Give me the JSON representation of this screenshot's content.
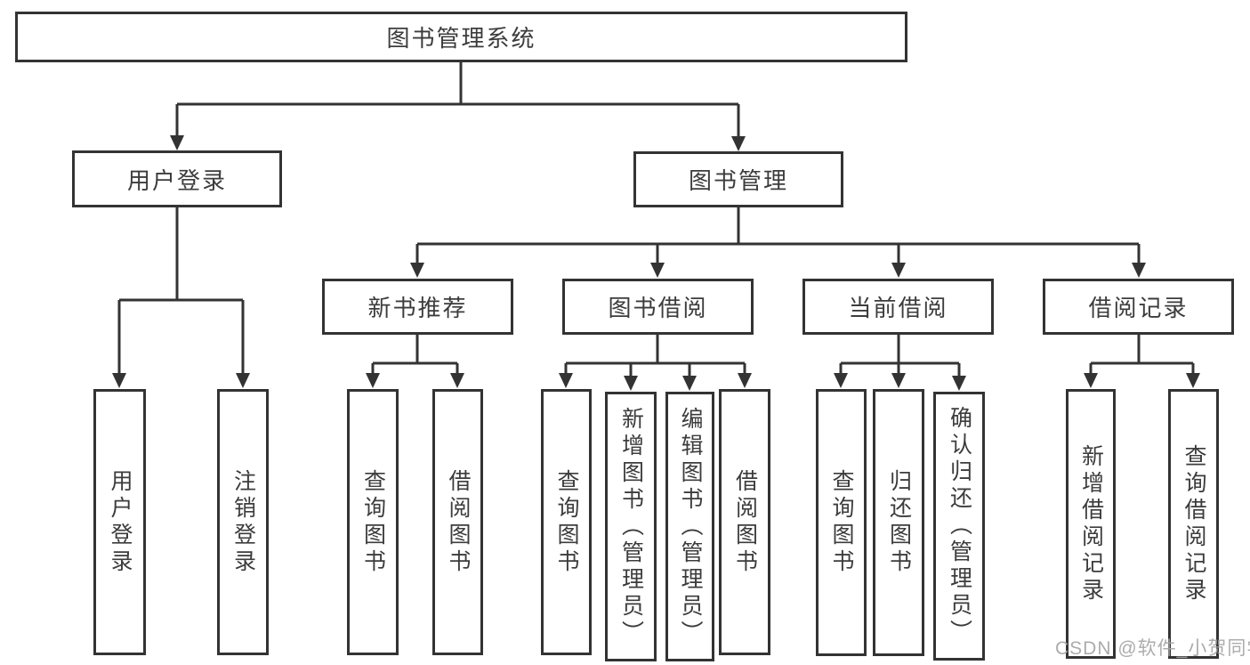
{
  "colors": {
    "line": "#333333",
    "box_border": "#333333",
    "text": "#3c3c3c",
    "watermark": "#a5a5a5",
    "background": "#ffffff"
  },
  "diagram": {
    "root": {
      "label": "图书管理系统"
    },
    "login": {
      "label": "用户登录",
      "children": [
        {
          "label": "用户登录"
        },
        {
          "label": "注销登录"
        }
      ]
    },
    "management": {
      "label": "图书管理",
      "groups": [
        {
          "label": "新书推荐",
          "children": [
            {
              "label": "查询图书"
            },
            {
              "label": "借阅图书"
            }
          ]
        },
        {
          "label": "图书借阅",
          "children": [
            {
              "label": "查询图书"
            },
            {
              "label": "新增图书（管理员）"
            },
            {
              "label": "编辑图书（管理员）"
            },
            {
              "label": "借阅图书"
            }
          ]
        },
        {
          "label": "当前借阅",
          "children": [
            {
              "label": "查询图书"
            },
            {
              "label": "归还图书"
            },
            {
              "label": "确认归还（管理员）"
            }
          ]
        },
        {
          "label": "借阅记录",
          "children": [
            {
              "label": "新增借阅记录"
            },
            {
              "label": "查询借阅记录"
            }
          ]
        }
      ]
    },
    "watermark": "CSDN @软件_小贺同学"
  }
}
